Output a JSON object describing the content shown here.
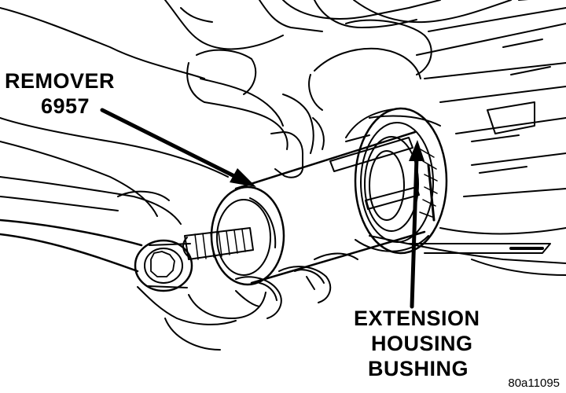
{
  "labels": {
    "remover_name": "REMOVER",
    "remover_number": "6957",
    "target_line1": "EXTENSION",
    "target_line2": "HOUSING",
    "target_line3": "BUSHING"
  },
  "figure_id": "80a11095",
  "colors": {
    "ink": "#000000",
    "paper": "#ffffff"
  }
}
